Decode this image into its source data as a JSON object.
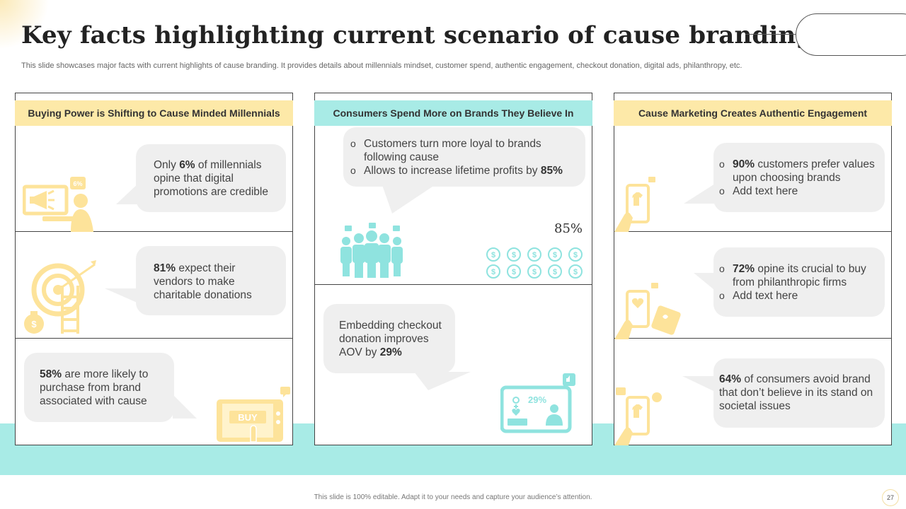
{
  "title": "Key facts highlighting current scenario of cause branding",
  "subtitle": "This slide showcases major facts with current highlights of cause branding. It provides details about millennials mindset, customer spend, authentic engagement, checkout donation, digital ads, philanthropy, etc.",
  "footer": "This slide is 100% editable.  Adapt it to your needs and capture your audience’s attention.",
  "page_number": "27",
  "colors": {
    "yellow": "#fde9a8",
    "teal": "#a8ebe6",
    "icon_yellow": "#fde39a",
    "icon_teal": "#8fe3df",
    "bubble": "#efefef"
  },
  "col1": {
    "header": "Buying Power is Shifting to Cause Minded Millennials",
    "fact1": {
      "pre": "Only ",
      "bold": "6%",
      "post": " of millennials opine that digital promotions are credible",
      "icon_badge": "6%"
    },
    "fact2": {
      "bold": "81%",
      "post": " expect their vendors to make charitable donations"
    },
    "fact3": {
      "bold": "58%",
      "post": " are more likely to purchase from brand associated with cause",
      "icon_text": "BUY"
    }
  },
  "col2": {
    "header": "Consumers Spend More on Brands They Believe In",
    "bullet1": "Customers turn more loyal to brands following cause",
    "bullet2_pre": "Allows to increase lifetime profits by ",
    "bullet2_bold": "85%",
    "stat_label": "85%",
    "fact": {
      "pre": "Embedding checkout donation improves AOV by ",
      "bold": "29%"
    },
    "icon_badge": "29%"
  },
  "col3": {
    "header": "Cause Marketing Creates Authentic Engagement",
    "fact1": {
      "bold": "90%",
      "post": " customers prefer values upon choosing brands",
      "add": "Add text here"
    },
    "fact2": {
      "bold": "72%",
      "post": " opine its crucial to buy from philanthropic firms",
      "add": "Add text here"
    },
    "fact3": {
      "bold": "64%",
      "post": " of consumers avoid brand that don’t believe in its stand on societal issues"
    }
  }
}
